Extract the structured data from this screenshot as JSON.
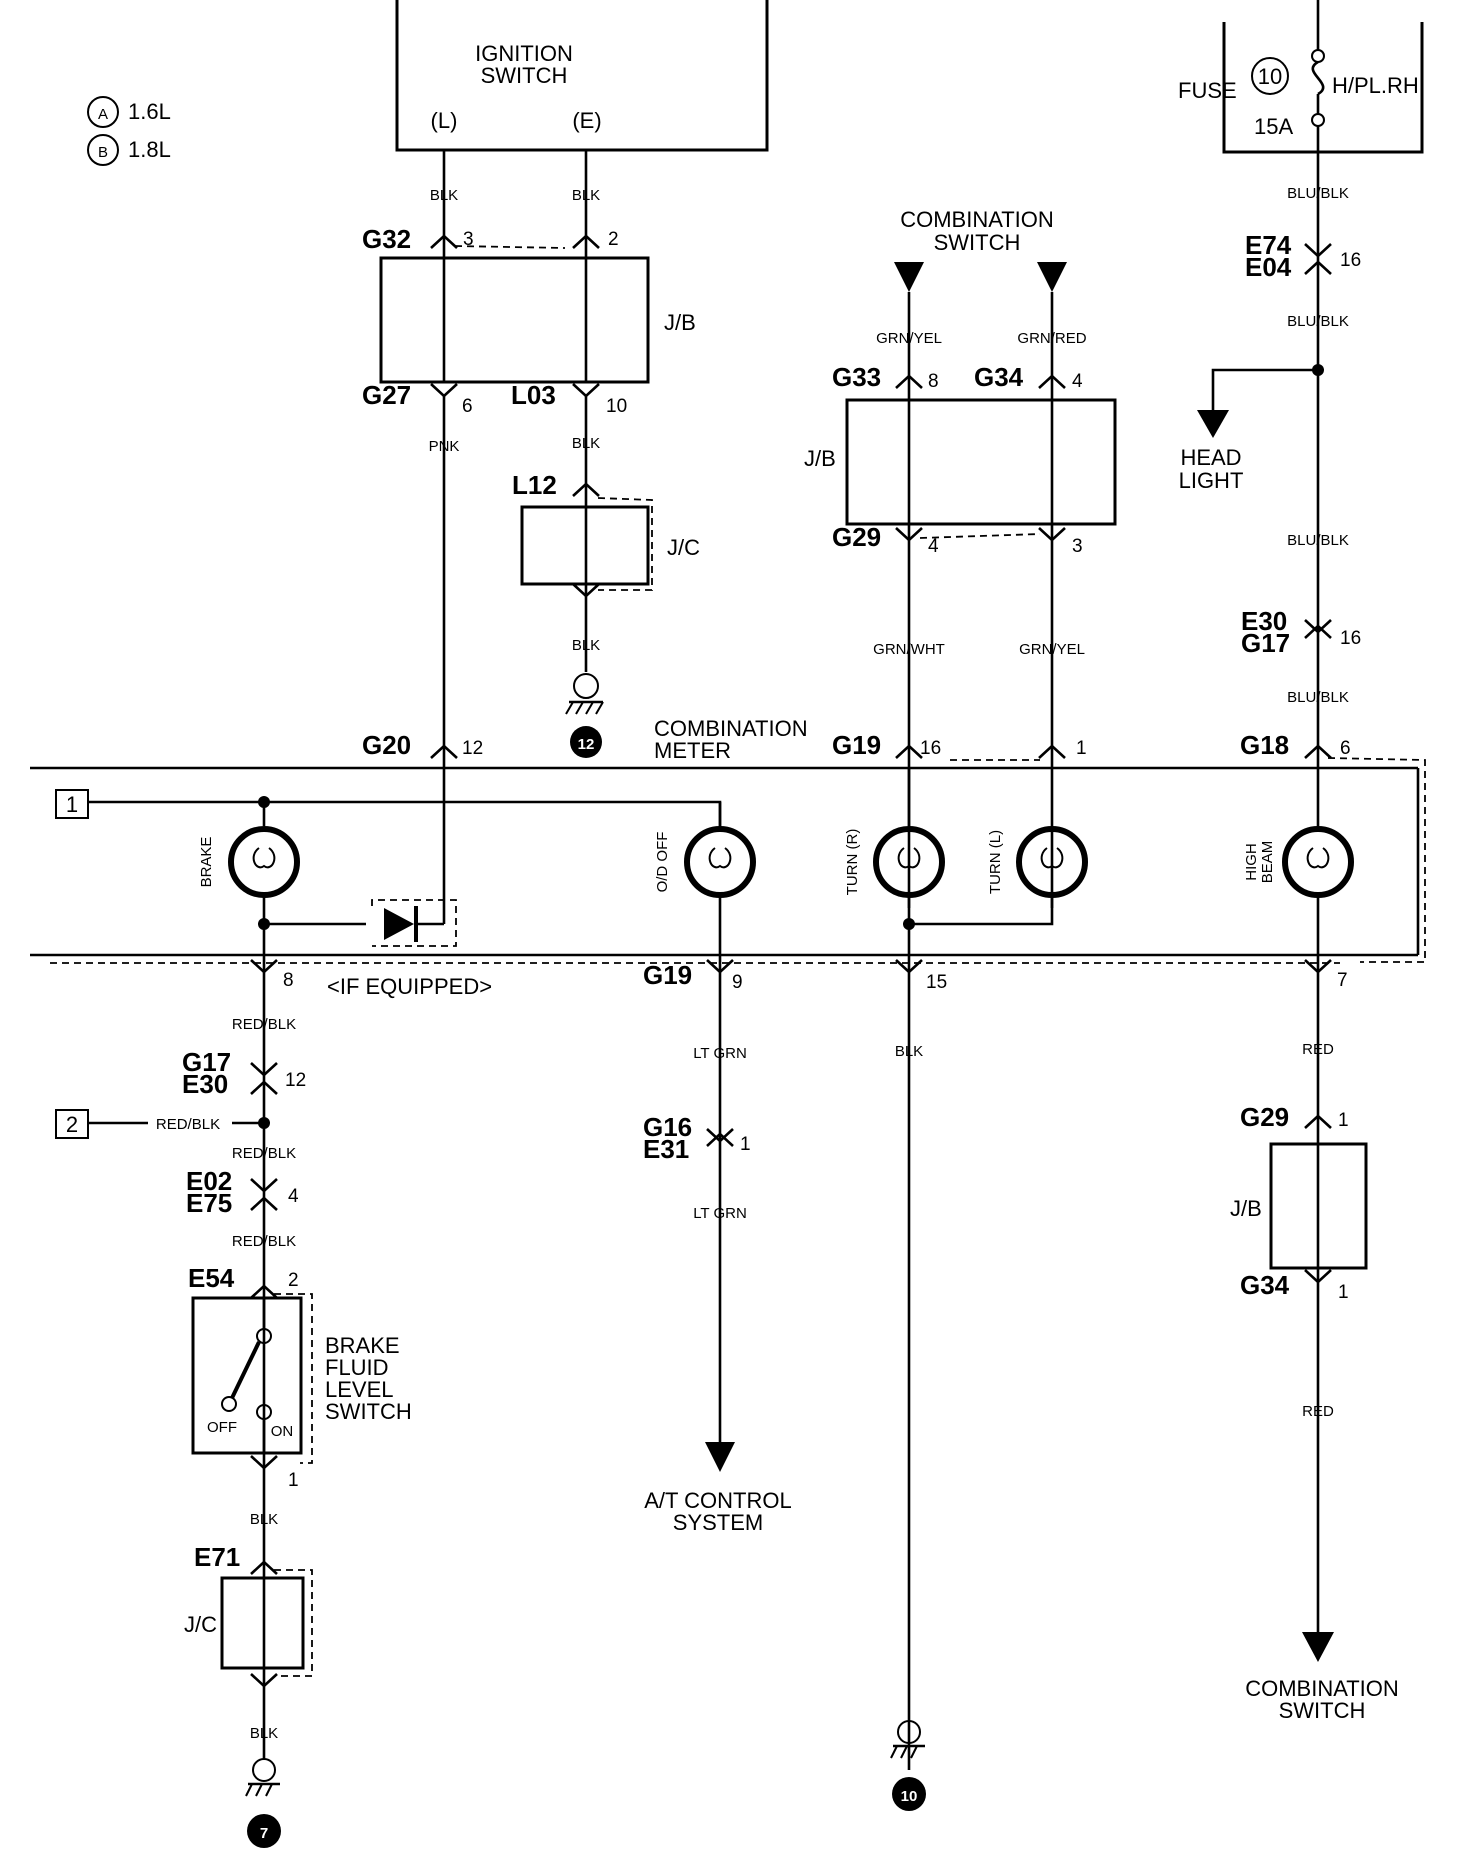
{
  "legend": [
    {
      "letter": "A",
      "text": "1.6L"
    },
    {
      "letter": "B",
      "text": "1.8L"
    }
  ],
  "ignition_switch": {
    "title_line1": "IGNITION",
    "title_line2": "SWITCH",
    "term_l": "(L)",
    "term_e": "(E)"
  },
  "fuse": {
    "label": "FUSE",
    "number": "10",
    "name": "H/PL.RH",
    "rating": "15A"
  },
  "combination_switch_top": {
    "line1": "COMBINATION",
    "line2": "SWITCH"
  },
  "combination_switch_bottom": {
    "line1": "COMBINATION",
    "line2": "SWITCH"
  },
  "head_light": {
    "line1": "HEAD",
    "line2": "LIGHT"
  },
  "combination_meter": {
    "line1": "COMBINATION",
    "line2": "METER"
  },
  "at_control": {
    "line1": "A/T CONTROL",
    "line2": "SYSTEM"
  },
  "brake_switch": {
    "line1": "BRAKE",
    "line2": "FLUID",
    "line3": "LEVEL",
    "line4": "SWITCH",
    "off": "OFF",
    "on": "ON"
  },
  "if_equipped": "<IF EQUIPPED>",
  "bulbs": {
    "brake": "BRAKE",
    "od_off": "O/D OFF",
    "turn_r": "TURN (R)",
    "turn_l": "TURN (L)",
    "high_beam_1": "HIGH",
    "high_beam_2": "BEAM"
  },
  "blocks": {
    "jb": "J/B",
    "jc": "J/C"
  },
  "refs": {
    "one": "1",
    "two": "2"
  },
  "grounds": {
    "g12": "12",
    "g10": "10",
    "g7": "7"
  },
  "connectors": {
    "g32": "G32",
    "g27": "G27",
    "l03": "L03",
    "l12": "L12",
    "g33": "G33",
    "g34a": "G34",
    "g29a": "G29",
    "e74": "E74",
    "e04": "E04",
    "e30a": "E30",
    "g17a": "G17",
    "g20": "G20",
    "g19a": "G19",
    "g18": "G18",
    "g19b": "G19",
    "g17b": "G17",
    "e30b": "E30",
    "e02": "E02",
    "e75": "E75",
    "e54": "E54",
    "e71": "E71",
    "g16": "G16",
    "e31": "E31",
    "g29b": "G29",
    "g34b": "G34"
  },
  "pins": {
    "g32": "3",
    "ign_e": "2",
    "g27": "6",
    "l03": "10",
    "g33": "8",
    "g34a": "4",
    "g29a_l": "4",
    "g29a_r": "3",
    "e74": "16",
    "e30a": "16",
    "g20": "12",
    "g19a_l": "16",
    "g19a_r": "1",
    "g18": "6",
    "brake_out": "8",
    "g19b_l": "9",
    "g19b_r": "15",
    "hb_out": "7",
    "g17b": "12",
    "e02": "4",
    "e54_top": "2",
    "e54_bot": "1",
    "g16": "1",
    "g29b": "1",
    "g34b": "1"
  },
  "wire_colors": {
    "blk_l": "BLK",
    "blk_e": "BLK",
    "pnk": "PNK",
    "blk_l03": "BLK",
    "blk_jc": "BLK",
    "grn_yel_top": "GRN/YEL",
    "grn_red": "GRN/RED",
    "grn_wht": "GRN/WHT",
    "grn_yel_bot": "GRN/YEL",
    "blu_blk_1": "BLU/BLK",
    "blu_blk_2": "BLU/BLK",
    "blu_blk_3": "BLU/BLK",
    "blu_blk_4": "BLU/BLK",
    "red_blk_1": "RED/BLK",
    "red_blk_2": "RED/BLK",
    "red_blk_3": "RED/BLK",
    "red_blk_4": "RED/BLK",
    "blk_sw": "BLK",
    "blk_jc2": "BLK",
    "lt_grn_1": "LT GRN",
    "lt_grn_2": "LT GRN",
    "blk_mid": "BLK",
    "red_1": "RED",
    "red_2": "RED"
  }
}
